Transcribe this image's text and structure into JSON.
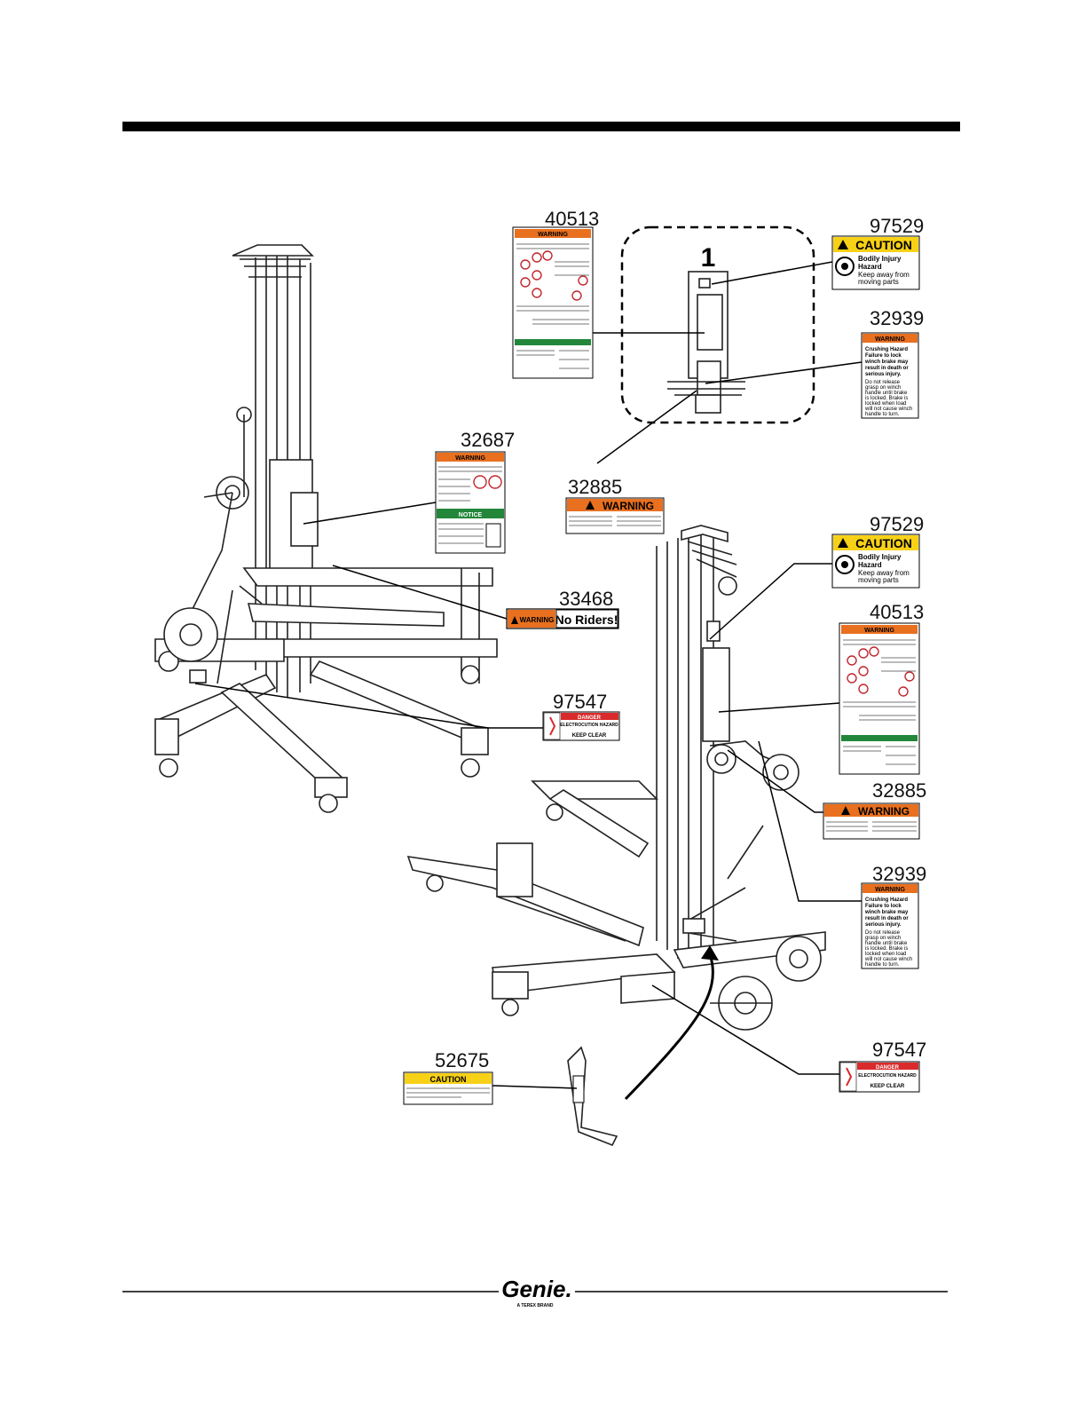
{
  "header": {
    "bar_color": "#000000"
  },
  "detail_callout": {
    "number": "1"
  },
  "part_numbers": {
    "n40513_top": "40513",
    "n97529_top": "97529",
    "n32939_top": "32939",
    "n32687": "32687",
    "n32885_top": "32885",
    "n97529_mid": "97529",
    "n40513_mid": "40513",
    "n33468": "33468",
    "n97547_left": "97547",
    "n32885_mid": "32885",
    "n32939_mid": "32939",
    "n97547_bottom": "97547",
    "n52675": "52675"
  },
  "decals": {
    "warning_word": "WARNING",
    "caution_word": "CAUTION",
    "notice_word": "NOTICE",
    "danger_word": "DANGER",
    "bodily_injury_line1": "Bodily Injury",
    "bodily_injury_line2": "Hazard",
    "keep_away_line1": "Keep away from",
    "keep_away_line2": "moving parts",
    "crushing_lines": [
      "Crushing Hazard",
      "Failure to lock",
      "winch brake may",
      "result in death or",
      "serious injury."
    ],
    "release_lines": [
      "Do not release",
      "grasp on winch",
      "handle until brake",
      "is locked. Brake is",
      "locked when load",
      "will not cause winch",
      "handle to turn."
    ],
    "no_riders": "No Riders!",
    "electrocution": "ELECTROCUTION HAZARD",
    "keep_clear": "KEEP CLEAR"
  },
  "colors": {
    "warning_orange": "#e8701f",
    "caution_yellow": "#f7d117",
    "danger_red": "#d92b2b",
    "notice_green": "#22873a"
  },
  "footer": {
    "logo_text": "Genie.",
    "logo_sub": "A TEREX BRAND"
  }
}
